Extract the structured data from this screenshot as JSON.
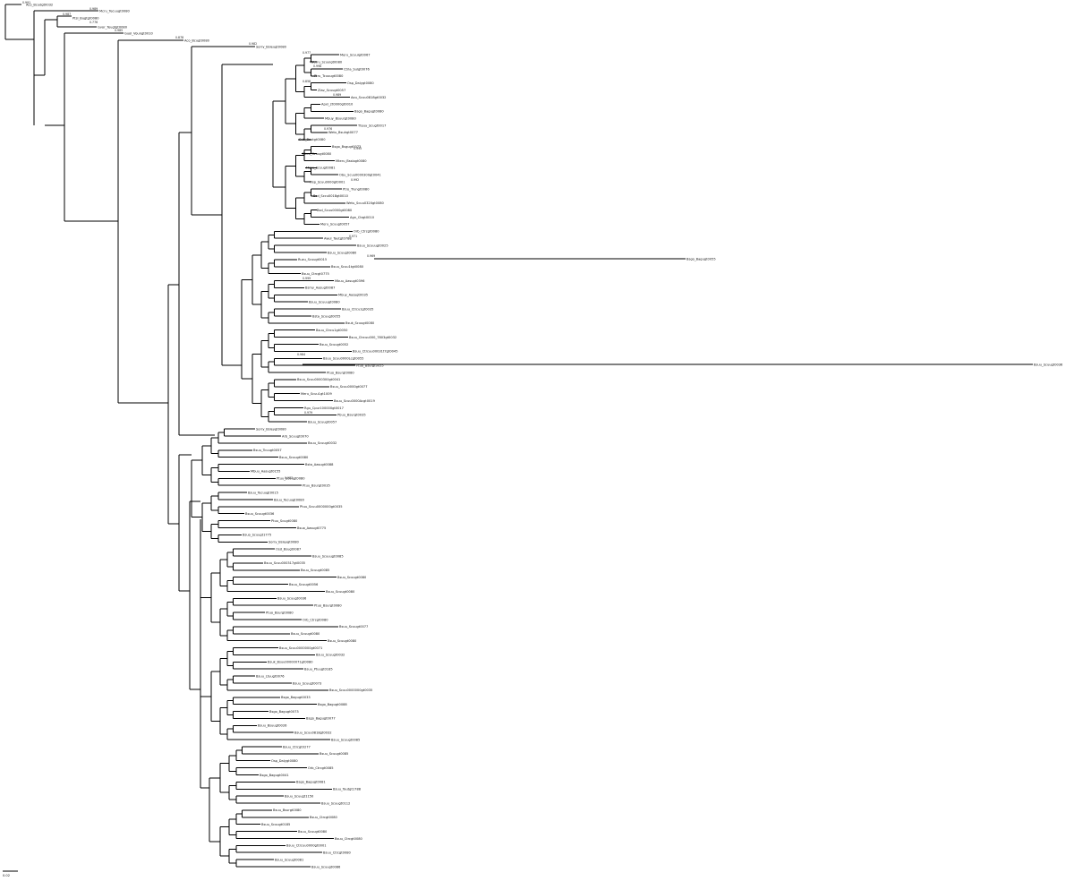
{
  "tree": {
    "tip_labels": [
      {
        "id": "t0",
        "text": "Aco_Bcudgt0032"
      },
      {
        "id": "t1",
        "text": "Mcru_Tecuugt0080"
      },
      {
        "id": "t2",
        "text": "Ptsl_Bugtgt0080"
      },
      {
        "id": "t3",
        "text": "Gvor_Teugtgt0080"
      },
      {
        "id": "t4",
        "text": "Guol_Voungt0010"
      },
      {
        "id": "t5",
        "text": "Aco_Bcugt0080"
      },
      {
        "id": "t6",
        "text": "Sorry_Bsleugt0080"
      },
      {
        "id": "t7",
        "text": "Meru_Scuulgt0067"
      },
      {
        "id": "t8",
        "text": "Wetru_Scuulgt0080"
      },
      {
        "id": "t9",
        "text": "Ctrla_Sulgt0076"
      },
      {
        "id": "t10",
        "text": "Ptru_Tcuuugt0080"
      },
      {
        "id": "t11",
        "text": "Osp_Dalygt0080"
      },
      {
        "id": "t12",
        "text": "Zlav_Scuugt0057"
      },
      {
        "id": "t13",
        "text": "Aou_Scuu0818gt0032"
      },
      {
        "id": "t14",
        "text": "Apxl_2t0000gt0010"
      },
      {
        "id": "t15",
        "text": "Bsgo_Bagugt0080"
      },
      {
        "id": "t16",
        "text": "Mbuy_Bsuurgt0080"
      },
      {
        "id": "t17",
        "text": "Tteuy_Scugt0017"
      },
      {
        "id": "t18",
        "text": "Wetu_Bsulrgt0077"
      },
      {
        "id": "t19",
        "text": "Sub_Bsutgt0080"
      },
      {
        "id": "t20",
        "text": "Bsgo_Bsgugt0073"
      },
      {
        "id": "t21",
        "text": "Mcro_Scuugt0080"
      },
      {
        "id": "t22",
        "text": "Mteru_Bsslogt0080"
      },
      {
        "id": "t23",
        "text": "Meru_Scuugt0081"
      },
      {
        "id": "t24",
        "text": "Obu_Scuu0000300gt0041"
      },
      {
        "id": "t25",
        "text": "Osp_Scuu0000gt0001"
      },
      {
        "id": "t26",
        "text": "Ptro_Trungt0080"
      },
      {
        "id": "t27",
        "text": "Bsd_Sccu0018gt0010"
      },
      {
        "id": "t28",
        "text": "Wetu_Scuu0320gt0080"
      },
      {
        "id": "t29",
        "text": "Bsd_Scuu0000gt0080"
      },
      {
        "id": "t30",
        "text": "Agn_Ctrgt0010"
      },
      {
        "id": "t31",
        "text": "Meru_Scuugt0057"
      },
      {
        "id": "t32",
        "text": "Orb_Ctrcgt0080"
      },
      {
        "id": "t33",
        "text": "Awul_Tautgt0788"
      },
      {
        "id": "t34",
        "text": "Bsuu_Scuuugt0025"
      },
      {
        "id": "t35",
        "text": "Bsuu_Scuugt0080"
      },
      {
        "id": "t36",
        "text": "Ruzu_Scuugt0015"
      },
      {
        "id": "t37",
        "text": "Bsuu_Scuu1tgt0080"
      },
      {
        "id": "t38",
        "text": "Bsuu_Ctrcgt0775"
      },
      {
        "id": "t39",
        "text": "Mbuu_Aasugt0396"
      },
      {
        "id": "t40",
        "text": "Bsmy_Aasugt0087"
      },
      {
        "id": "t41",
        "text": "Mbuy_Aasygt0035"
      },
      {
        "id": "t42",
        "text": "Bsuu_Scuuugt0080"
      },
      {
        "id": "t43",
        "text": "Bsuu_Ctrcu1gt0035"
      },
      {
        "id": "t44",
        "text": "Bsta_Scuugt0055"
      },
      {
        "id": "t45",
        "text": "Bsuk_Scuugt0080"
      },
      {
        "id": "t46",
        "text": "Bsuu_Ctrcu1gt0050"
      },
      {
        "id": "t47",
        "text": "Bsuu_Ctrcuu000_7803gt0032"
      },
      {
        "id": "t48",
        "text": "Bsuu_Scuugt0052"
      },
      {
        "id": "t49",
        "text": "Bsuu_Ctrcuu00031t7gt0045"
      },
      {
        "id": "t50",
        "text": "Bsuu_Scuu0000Lcgt0055"
      },
      {
        "id": "t51",
        "text": "Ptuo_Bsurgt0055"
      },
      {
        "id": "t52",
        "text": "Ptuo_Bsurgt0080"
      },
      {
        "id": "t53",
        "text": "Bsuu_Scuu0000300gt0041"
      },
      {
        "id": "t54",
        "text": "Bsuu_Scuu0000gt0077"
      },
      {
        "id": "t55",
        "text": "Meru_Scuu1gt1009"
      },
      {
        "id": "t56",
        "text": "Bsuu_Scuu0000Acgt0019"
      },
      {
        "id": "t57",
        "text": "Rgu_Cpur100000gt0017"
      },
      {
        "id": "t58",
        "text": "Pbuu_Bsurgt0035"
      },
      {
        "id": "t59",
        "text": "Bsuu_Scuugt0057"
      },
      {
        "id": "t60",
        "text": "Sorry_Bsleygt0080"
      },
      {
        "id": "t61",
        "text": "Arb_Scuugt0070"
      },
      {
        "id": "t62",
        "text": "Bsuu_Scuugt0032"
      },
      {
        "id": "t63",
        "text": "Bsuu_Tcuugt0057"
      },
      {
        "id": "t64",
        "text": "Bsuu_Scuugt0080"
      },
      {
        "id": "t65",
        "text": "Bsta_Aasugt0088"
      },
      {
        "id": "t66",
        "text": "Mbuu_Aasugt0155"
      },
      {
        "id": "t67",
        "text": "Ptuu_Scuugt0080"
      },
      {
        "id": "t68",
        "text": "Ptuu_Bsurgt0035"
      },
      {
        "id": "t69",
        "text": "Bsuu_Tecuugt0015"
      },
      {
        "id": "t70",
        "text": "Bsuu_Tecuugt0080"
      },
      {
        "id": "t71",
        "text": "Ptuu_Scuu0000000gt0035"
      },
      {
        "id": "t72",
        "text": "Bsuu_Scuugt0036"
      },
      {
        "id": "t73",
        "text": "Ptuu_Scugt0080"
      },
      {
        "id": "t74",
        "text": "Bsuo_Aasugt0775"
      },
      {
        "id": "t75",
        "text": "Bsuo_Scuugt1775"
      },
      {
        "id": "t76",
        "text": "Sorry_Bsleygt0080"
      },
      {
        "id": "t77",
        "text": "Osd_Bsugt0087"
      },
      {
        "id": "t78",
        "text": "Bsuu_Scuuugt0085"
      },
      {
        "id": "t79",
        "text": "Bsuu_Scuu000317gt0035"
      },
      {
        "id": "t80",
        "text": "Bsuu_Scuugt0085"
      },
      {
        "id": "t81",
        "text": "Bsuu_Scuugt0080"
      },
      {
        "id": "t82",
        "text": "Bsuu_Scuugt0056"
      },
      {
        "id": "t83",
        "text": "Bsuu_Scuugt0080"
      },
      {
        "id": "t84",
        "text": "Bsuu_Scuugt0036"
      },
      {
        "id": "t85",
        "text": "Ptuo_Bsurgt0080"
      },
      {
        "id": "t86",
        "text": "Ptuo_Bsurgt0080"
      },
      {
        "id": "t87",
        "text": "Orb_Ctrcgt0080"
      },
      {
        "id": "t88",
        "text": "Bsuu_Scuugt0077"
      },
      {
        "id": "t89",
        "text": "Bsuu_Scuugt0080"
      },
      {
        "id": "t90",
        "text": "Bsuu_Scuugt0080"
      },
      {
        "id": "t91",
        "text": "Bsuu_Scuu0000000gt0071"
      },
      {
        "id": "t92",
        "text": "Bsuu_Scuugt0032"
      },
      {
        "id": "t93",
        "text": "Bsuk_Bsuu00000071gt0080"
      },
      {
        "id": "t94",
        "text": "Bsuu_Ptuugt0185"
      },
      {
        "id": "t95",
        "text": "Bsuu_Ltuugt0076"
      },
      {
        "id": "t96",
        "text": "Bsuu_Scuugt0073"
      },
      {
        "id": "t97",
        "text": "Bsuu_Scuu0000000gt0035"
      },
      {
        "id": "t98",
        "text": "Bsgo_Bagugt0033"
      },
      {
        "id": "t99",
        "text": "Bsgo_Bagugt0088"
      },
      {
        "id": "t100",
        "text": "Bsgo_Bagugt0073"
      },
      {
        "id": "t101",
        "text": "Bsgo_Bagugt0077"
      },
      {
        "id": "t102",
        "text": "Bsuu_Bsuugt0026"
      },
      {
        "id": "t103",
        "text": "Bsuu_Scuu0818gt0032"
      },
      {
        "id": "t104",
        "text": "Bsuu_Scuugt0085"
      },
      {
        "id": "t105",
        "text": "Bsuu_Ctrcgt0277"
      },
      {
        "id": "t106",
        "text": "Bsuu_Scuugt0085"
      },
      {
        "id": "t107",
        "text": "Osp_Dalygt0080"
      },
      {
        "id": "t108",
        "text": "Orb_Ctrcgt0085"
      },
      {
        "id": "t109",
        "text": "Bsgo_Bagugt0041"
      },
      {
        "id": "t110",
        "text": "Bsgo_Bagugt0081"
      },
      {
        "id": "t111",
        "text": "Bsuu_Tautgt1788"
      },
      {
        "id": "t112",
        "text": "Bsuu_Scuugt1150"
      },
      {
        "id": "t113",
        "text": "Bsuu_Scuugt0112"
      },
      {
        "id": "t114",
        "text": "Bsuu_Bsurgt0080"
      },
      {
        "id": "t115",
        "text": "Bsuu_Ctrcgt0080"
      },
      {
        "id": "t116",
        "text": "Bsuu_Scuugt0185"
      },
      {
        "id": "t117",
        "text": "Bsuu_Scuugt0080"
      },
      {
        "id": "t118",
        "text": "Bsuu_Ctrcgt0080"
      },
      {
        "id": "t119",
        "text": "Bsuu_Ctrcuu0000gt0001"
      },
      {
        "id": "t120",
        "text": "Bsuu_Ctrcgt0080"
      },
      {
        "id": "t121",
        "text": "Bsuu_Scuugt0081"
      },
      {
        "id": "t122",
        "text": "Bsuu_Scuugt0086"
      }
    ],
    "long_branch_labels": [
      {
        "id": "lb0",
        "text": "Bsgo_Bagugt0055"
      },
      {
        "id": "lb1",
        "text": "Bsuu_Scuugt0036"
      }
    ],
    "bootstrap_values": [
      "0.991",
      "0.989",
      "0.987",
      "0.776",
      "0.985",
      "0.878",
      "0.982",
      "0.977",
      "0.998",
      "0.858",
      "0.989",
      "0.976",
      "0.995",
      "0.992",
      "0.971",
      "0.969",
      "0.999",
      "0.984",
      "0.979",
      "0.983"
    ],
    "scale_bar_label": "0.02"
  }
}
